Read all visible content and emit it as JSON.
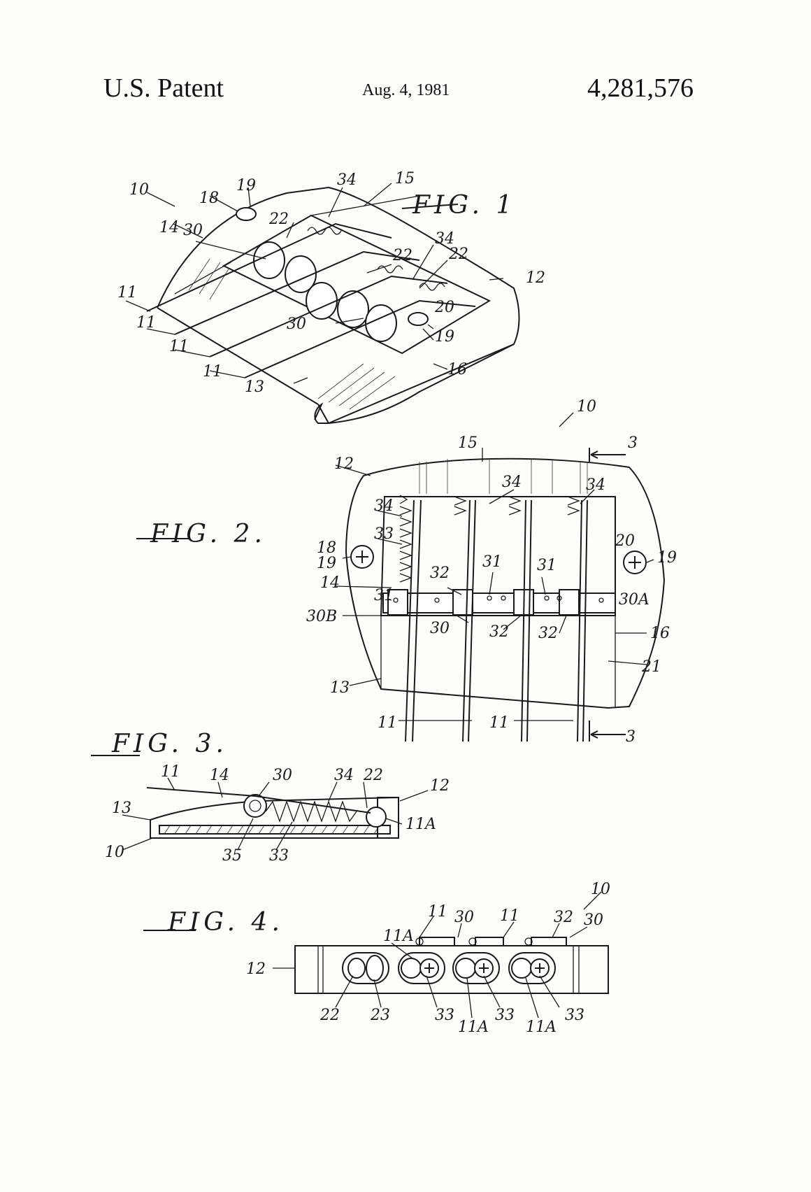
{
  "header": {
    "left": "U.S. Patent",
    "date": "Aug. 4, 1981",
    "number": "4,281,576"
  },
  "figures": {
    "fig1": {
      "title": "FIG. 1",
      "labels": [
        "10",
        "19",
        "18",
        "34",
        "15",
        "14",
        "30",
        "22",
        "22",
        "34",
        "22",
        "12",
        "11",
        "11",
        "30",
        "20",
        "19",
        "11",
        "11",
        "13",
        "16"
      ]
    },
    "fig2": {
      "title": "FIG. 2.",
      "labels": [
        "10",
        "15",
        "3",
        "12",
        "34",
        "34",
        "34",
        "33",
        "18",
        "19",
        "20",
        "19",
        "14",
        "32",
        "31",
        "31",
        "31",
        "30A",
        "30B",
        "30",
        "32",
        "32",
        "16",
        "21",
        "13",
        "11",
        "11",
        "3"
      ]
    },
    "fig3": {
      "title": "FIG. 3.",
      "labels": [
        "11",
        "14",
        "30",
        "34",
        "22",
        "12",
        "13",
        "11A",
        "10",
        "35",
        "33"
      ]
    },
    "fig4": {
      "title": "FIG. 4.",
      "labels": [
        "10",
        "11",
        "30",
        "11",
        "32",
        "30",
        "11A",
        "12",
        "22",
        "23",
        "33",
        "33",
        "11A",
        "33",
        "11A"
      ]
    }
  }
}
